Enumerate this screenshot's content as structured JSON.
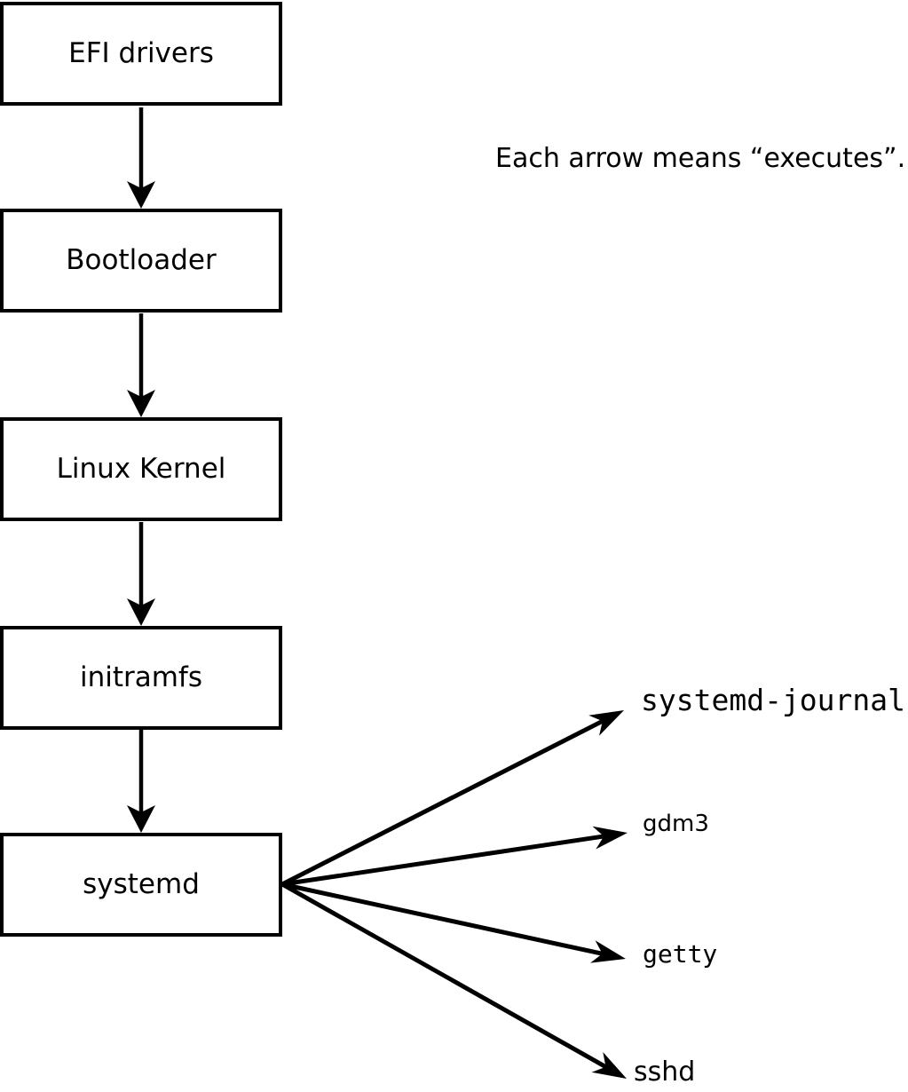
{
  "diagram": {
    "annotation": "Each arrow means “executes”.",
    "arrow_meaning": "executes",
    "boot_chain": [
      {
        "label": "EFI drivers"
      },
      {
        "label": "Bootloader"
      },
      {
        "label": "Linux Kernel"
      },
      {
        "label": "initramfs"
      },
      {
        "label": "systemd"
      }
    ],
    "services": [
      {
        "label": "systemd-journal"
      },
      {
        "label": "gdm3"
      },
      {
        "label": "getty"
      },
      {
        "label": "sshd"
      }
    ],
    "colors": {
      "stroke": "#000000",
      "background": "#ffffff",
      "box_fill": "#ffffff"
    }
  }
}
